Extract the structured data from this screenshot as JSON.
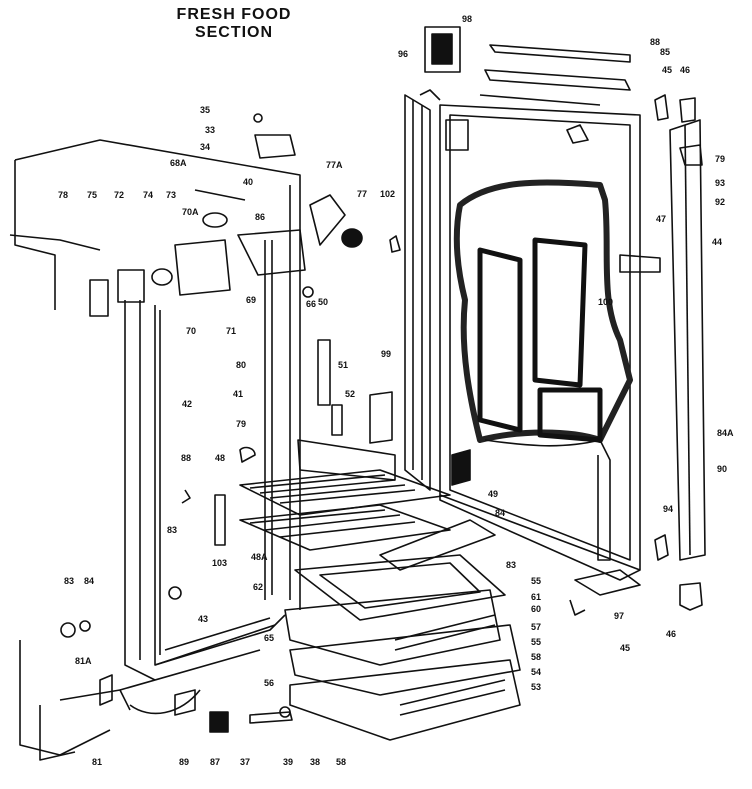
{
  "title": {
    "line1": "FRESH FOOD",
    "line2": "SECTION"
  },
  "parts": [
    {
      "id": "p98a",
      "text": "98"
    },
    {
      "id": "p88a",
      "text": "88"
    },
    {
      "id": "p85a",
      "text": "85"
    },
    {
      "id": "p45a",
      "text": "45"
    },
    {
      "id": "p46a",
      "text": "46"
    },
    {
      "id": "p96",
      "text": "96"
    },
    {
      "id": "p35",
      "text": "35"
    },
    {
      "id": "p33",
      "text": "33"
    },
    {
      "id": "p34",
      "text": "34"
    },
    {
      "id": "p79a",
      "text": "79"
    },
    {
      "id": "p93",
      "text": "93"
    },
    {
      "id": "p92",
      "text": "92"
    },
    {
      "id": "p68a",
      "text": "68A"
    },
    {
      "id": "p77a",
      "text": "77A"
    },
    {
      "id": "p40",
      "text": "40"
    },
    {
      "id": "p77",
      "text": "77"
    },
    {
      "id": "p102",
      "text": "102"
    },
    {
      "id": "p47",
      "text": "47"
    },
    {
      "id": "p44",
      "text": "44"
    },
    {
      "id": "p78",
      "text": "78"
    },
    {
      "id": "p75",
      "text": "75"
    },
    {
      "id": "p72",
      "text": "72"
    },
    {
      "id": "p74",
      "text": "74"
    },
    {
      "id": "p73",
      "text": "73"
    },
    {
      "id": "p70a",
      "text": "70A"
    },
    {
      "id": "p86",
      "text": "86"
    },
    {
      "id": "p100",
      "text": "100"
    },
    {
      "id": "p70",
      "text": "70"
    },
    {
      "id": "p71",
      "text": "71"
    },
    {
      "id": "p69",
      "text": "69"
    },
    {
      "id": "p66",
      "text": "66"
    },
    {
      "id": "p50",
      "text": "50"
    },
    {
      "id": "p80",
      "text": "80"
    },
    {
      "id": "p99",
      "text": "99"
    },
    {
      "id": "p51",
      "text": "51"
    },
    {
      "id": "p41",
      "text": "41"
    },
    {
      "id": "p42",
      "text": "42"
    },
    {
      "id": "p52",
      "text": "52"
    },
    {
      "id": "p79b",
      "text": "79"
    },
    {
      "id": "p84a",
      "text": "84A"
    },
    {
      "id": "p88b",
      "text": "88"
    },
    {
      "id": "p48",
      "text": "48"
    },
    {
      "id": "p90",
      "text": "90"
    },
    {
      "id": "p49",
      "text": "49"
    },
    {
      "id": "p84b",
      "text": "84"
    },
    {
      "id": "p94",
      "text": "94"
    },
    {
      "id": "p103",
      "text": "103"
    },
    {
      "id": "p48a",
      "text": "48A"
    },
    {
      "id": "p83a",
      "text": "83"
    },
    {
      "id": "p83b",
      "text": "83"
    },
    {
      "id": "p62",
      "text": "62"
    },
    {
      "id": "p55a",
      "text": "55"
    },
    {
      "id": "p61",
      "text": "61"
    },
    {
      "id": "p60",
      "text": "60"
    },
    {
      "id": "p97",
      "text": "97"
    },
    {
      "id": "p83c",
      "text": "83"
    },
    {
      "id": "p84c",
      "text": "84"
    },
    {
      "id": "p43",
      "text": "43"
    },
    {
      "id": "p57",
      "text": "57"
    },
    {
      "id": "p55b",
      "text": "55"
    },
    {
      "id": "p65",
      "text": "65"
    },
    {
      "id": "p81a",
      "text": "81A"
    },
    {
      "id": "p58a",
      "text": "58"
    },
    {
      "id": "p54",
      "text": "54"
    },
    {
      "id": "p45b",
      "text": "45"
    },
    {
      "id": "p46b",
      "text": "46"
    },
    {
      "id": "p56",
      "text": "56"
    },
    {
      "id": "p53",
      "text": "53"
    },
    {
      "id": "p81",
      "text": "81"
    },
    {
      "id": "p89",
      "text": "89"
    },
    {
      "id": "p87",
      "text": "87"
    },
    {
      "id": "p37",
      "text": "37"
    },
    {
      "id": "p39",
      "text": "39"
    },
    {
      "id": "p38",
      "text": "38"
    },
    {
      "id": "p58b",
      "text": "58"
    }
  ]
}
